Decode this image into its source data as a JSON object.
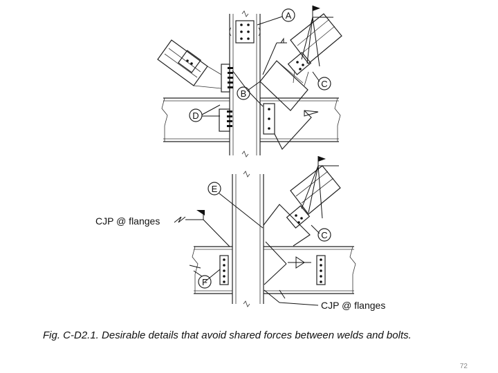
{
  "callouts": {
    "a": "A",
    "b": "B",
    "c_top": "C",
    "d": "D",
    "e": "E",
    "c_bottom": "C",
    "f": "F"
  },
  "notes": {
    "cjp_left": "CJP @ flanges",
    "cjp_bottom": "CJP @ flanges"
  },
  "caption": "Fig. C-D2.1. Desirable details that avoid shared forces between welds and bolts.",
  "page_number": "72"
}
